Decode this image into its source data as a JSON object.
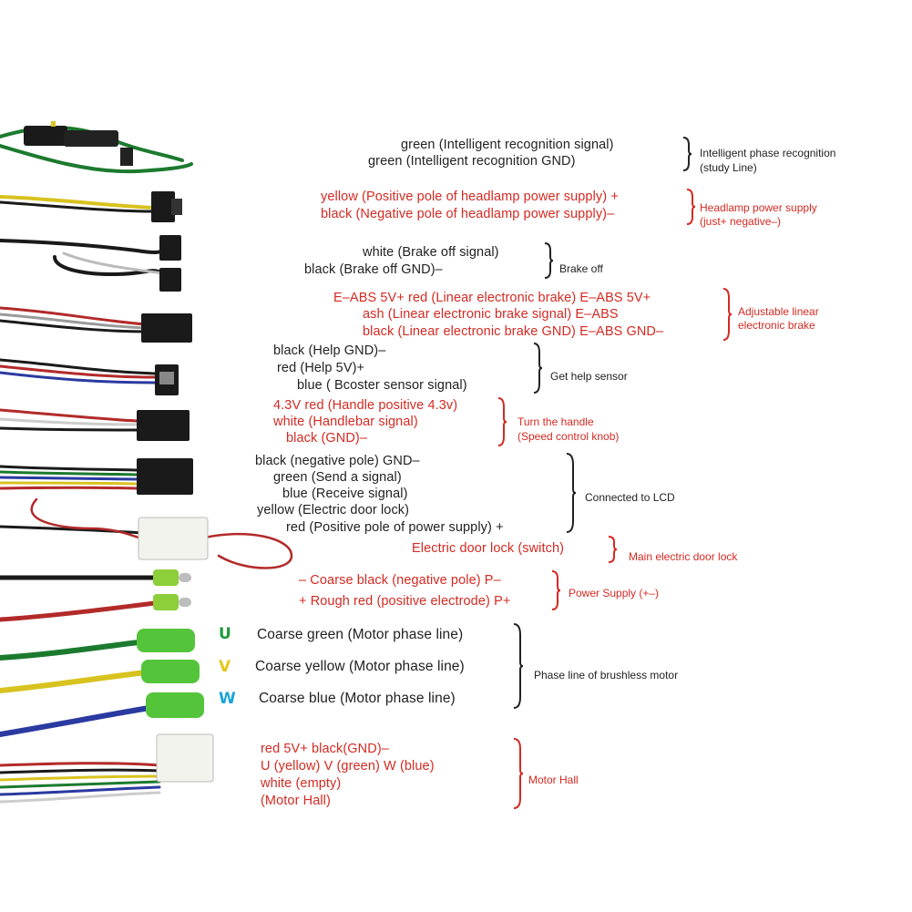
{
  "colors": {
    "text": "#222222",
    "red_text": "#d42a22",
    "phase_u": "#1f9a3a",
    "phase_v": "#e6c619",
    "phase_w": "#1aa3d8"
  },
  "groups": [
    {
      "id": "intelligent",
      "color": "black",
      "lines": [
        "green (Intelligent recognition signal)",
        "green (Intelligent recognition GND)"
      ],
      "label": [
        "Intelligent phase recognition",
        "(study Line)"
      ]
    },
    {
      "id": "headlamp",
      "color": "red",
      "lines": [
        "yellow (Positive pole of headlamp power supply) +",
        "black (Negative pole of headlamp power supply)–"
      ],
      "label": [
        "Headlamp power supply",
        "(just+ negative–)"
      ]
    },
    {
      "id": "brake",
      "color": "black",
      "lines": [
        "white (Brake off signal)",
        "black (Brake off GND)–"
      ],
      "label": [
        "Brake off"
      ]
    },
    {
      "id": "ebrake",
      "color": "red",
      "lines": [
        "E–ABS 5V+ red (Linear electronic brake) E–ABS 5V+",
        "ash (Linear electronic brake signal) E–ABS",
        "black (Linear electronic brake GND) E–ABS GND–"
      ],
      "label": [
        "Adjustable linear",
        "electronic brake"
      ]
    },
    {
      "id": "help",
      "color": "black",
      "lines": [
        "black (Help GND)–",
        "red (Help 5V)+",
        "blue ( Bcoster sensor signal)"
      ],
      "label": [
        "Get help sensor"
      ]
    },
    {
      "id": "handle",
      "color": "red",
      "lines": [
        "4.3V red (Handle positive 4.3v)",
        "white (Handlebar signal)",
        "black (GND)–"
      ],
      "label": [
        "Turn the handle",
        "(Speed control knob)"
      ]
    },
    {
      "id": "lcd",
      "color": "black",
      "lines": [
        "black (negative pole) GND–",
        "green (Send a signal)",
        "blue (Receive signal)",
        "yellow (Electric door lock)",
        "red (Positive pole of power supply) +"
      ],
      "label": [
        "Connected to LCD"
      ]
    },
    {
      "id": "doorlock",
      "color": "red",
      "lines": [
        "Electric door lock (switch)"
      ],
      "label": [
        "Main electric door lock"
      ]
    },
    {
      "id": "power",
      "color": "red",
      "lines": [
        "– Coarse black (negative pole) P–",
        "+ Rough red (positive electrode) P+"
      ],
      "label": [
        "Power Supply (+–)"
      ]
    },
    {
      "id": "phase",
      "color": "black",
      "letters": [
        "U",
        "V",
        "W"
      ],
      "lines": [
        "Coarse green (Motor phase line)",
        "Coarse yellow (Motor phase line)",
        "Coarse blue (Motor phase line)"
      ],
      "label": [
        "Phase line of brushless motor"
      ]
    },
    {
      "id": "hall",
      "color": "red",
      "lines": [
        "red 5V+ black(GND)–",
        "U  (yellow)  V  (green)  W  (blue)",
        "white  (empty)",
        "(Motor Hall)"
      ],
      "label": [
        "Motor Hall"
      ]
    }
  ]
}
